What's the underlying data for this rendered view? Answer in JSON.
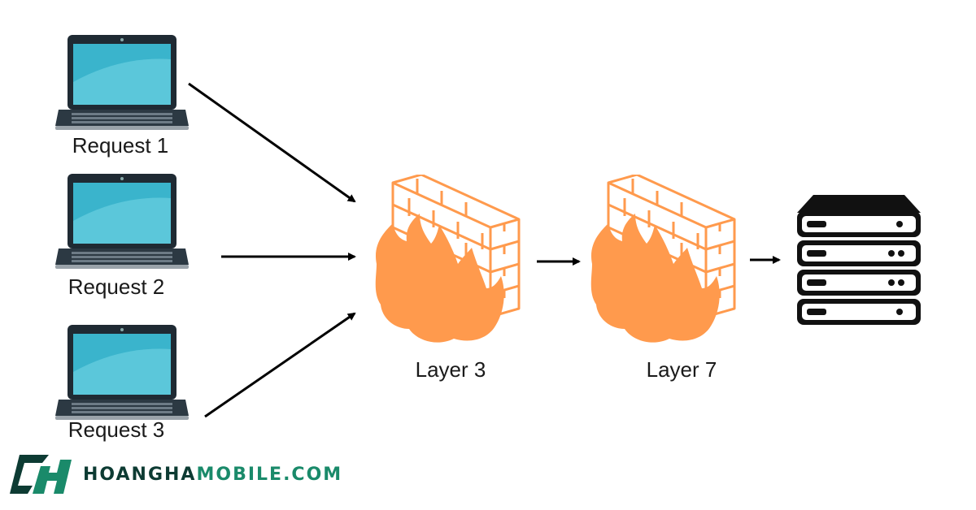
{
  "clients": [
    {
      "label": "Request 1"
    },
    {
      "label": "Request 2"
    },
    {
      "label": "Request 3"
    }
  ],
  "firewalls": [
    {
      "label": "Layer 3"
    },
    {
      "label": "Layer 7"
    }
  ],
  "server": {
    "icon": "server-icon"
  },
  "brand": {
    "part1": "HOANGHA",
    "part2": "MOBILE.COM"
  },
  "colors": {
    "firewall": "#ff9a4d",
    "laptop_frame": "#1f2a33",
    "laptop_screen": "#3ab4cc",
    "server": "#111111",
    "brand_dark": "#0d3b33",
    "brand_accent": "#1a8a6a"
  }
}
